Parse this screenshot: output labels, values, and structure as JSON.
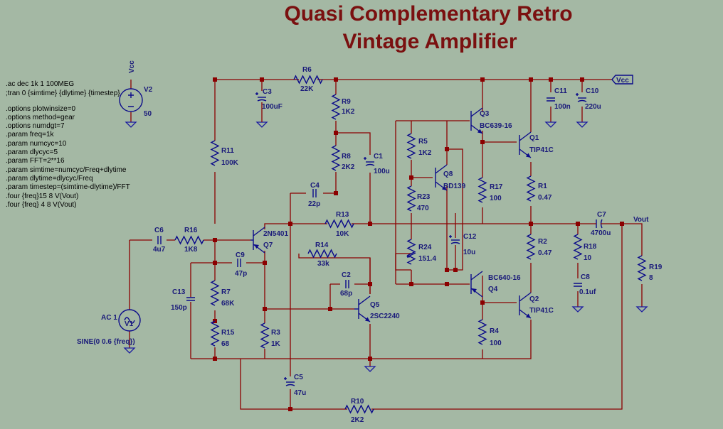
{
  "title": {
    "line1": "Quasi Complementary Retro",
    "line2": "Vintage Amplifier"
  },
  "directives": [
    ".ac dec 1k 1 100MEG",
    ";tran 0 {simtime} {dlytime} {timestep}",
    "",
    ".options plotwinsize=0",
    ".options method=gear",
    ".options numdgt=7",
    ".param freq=1k",
    ".param numcyc=10",
    ".param dlycyc=5",
    ".param FFT=2**16",
    ".param simtime=numcyc/Freq+dlytime",
    ".param dlytime=dlycyc/Freq",
    ".param timestep=(simtime-dlytime)/FFT",
    ".four {freq}15 8 V(Vout)",
    ".four {freq} 4 8 V(Vout)"
  ],
  "nets": {
    "vcc_top": "Vcc",
    "vcc_flag": "Vcc",
    "vout": "Vout"
  },
  "components": {
    "V2": {
      "ref": "V2",
      "value": "50"
    },
    "AC1": {
      "ref": "AC 1",
      "ref2": "V1",
      "value": "SINE(0 0.6 {freq})"
    },
    "R6": {
      "ref": "R6",
      "value": "22K"
    },
    "C3": {
      "ref": "C3",
      "value": "100uF"
    },
    "R9": {
      "ref": "R9",
      "value": "1K2"
    },
    "R8": {
      "ref": "R8",
      "value": "2K2"
    },
    "C1": {
      "ref": "C1",
      "value": "100u"
    },
    "R11": {
      "ref": "R11",
      "value": "100K"
    },
    "C4": {
      "ref": "C4",
      "value": "22p"
    },
    "C6": {
      "ref": "C6",
      "value": "4u7"
    },
    "R16": {
      "ref": "R16",
      "value": "1K8"
    },
    "Q7": {
      "ref": "Q7",
      "value": "2N5401"
    },
    "C9": {
      "ref": "C9",
      "value": "47p"
    },
    "R13": {
      "ref": "R13",
      "value": "10K"
    },
    "R14": {
      "ref": "R14",
      "value": "33k"
    },
    "C2": {
      "ref": "C2",
      "value": "68p"
    },
    "Q5": {
      "ref": "Q5",
      "value": "2SC2240"
    },
    "C13": {
      "ref": "C13",
      "value": "150p"
    },
    "R7": {
      "ref": "R7",
      "value": "68K"
    },
    "R15": {
      "ref": "R15",
      "value": "68"
    },
    "R3": {
      "ref": "R3",
      "value": "1K"
    },
    "C5": {
      "ref": "C5",
      "value": "47u"
    },
    "R10": {
      "ref": "R10",
      "value": "2K2"
    },
    "R5": {
      "ref": "R5",
      "value": "1K2"
    },
    "Q8": {
      "ref": "Q8",
      "value": "BD139"
    },
    "R23": {
      "ref": "R23",
      "value": "470"
    },
    "R24": {
      "ref": "R24",
      "value": "151.4"
    },
    "C12": {
      "ref": "C12",
      "value": "10u"
    },
    "Q3": {
      "ref": "Q3",
      "value": "BC639-16"
    },
    "Q4": {
      "ref": "Q4",
      "value": "BC640-16"
    },
    "R17": {
      "ref": "R17",
      "value": "100"
    },
    "R4": {
      "ref": "R4",
      "value": "100"
    },
    "Q1": {
      "ref": "Q1",
      "value": "TIP41C"
    },
    "Q2": {
      "ref": "Q2",
      "value": "TIP41C"
    },
    "R1": {
      "ref": "R1",
      "value": "0.47"
    },
    "R2": {
      "ref": "R2",
      "value": "0.47"
    },
    "C11": {
      "ref": "C11",
      "value": "100n"
    },
    "C10": {
      "ref": "C10",
      "value": "220u"
    },
    "C7": {
      "ref": "C7",
      "value": "4700u"
    },
    "R18": {
      "ref": "R18",
      "value": "10"
    },
    "C8": {
      "ref": "C8",
      "value": "0.1uf"
    },
    "R19": {
      "ref": "R19",
      "value": "8"
    }
  }
}
